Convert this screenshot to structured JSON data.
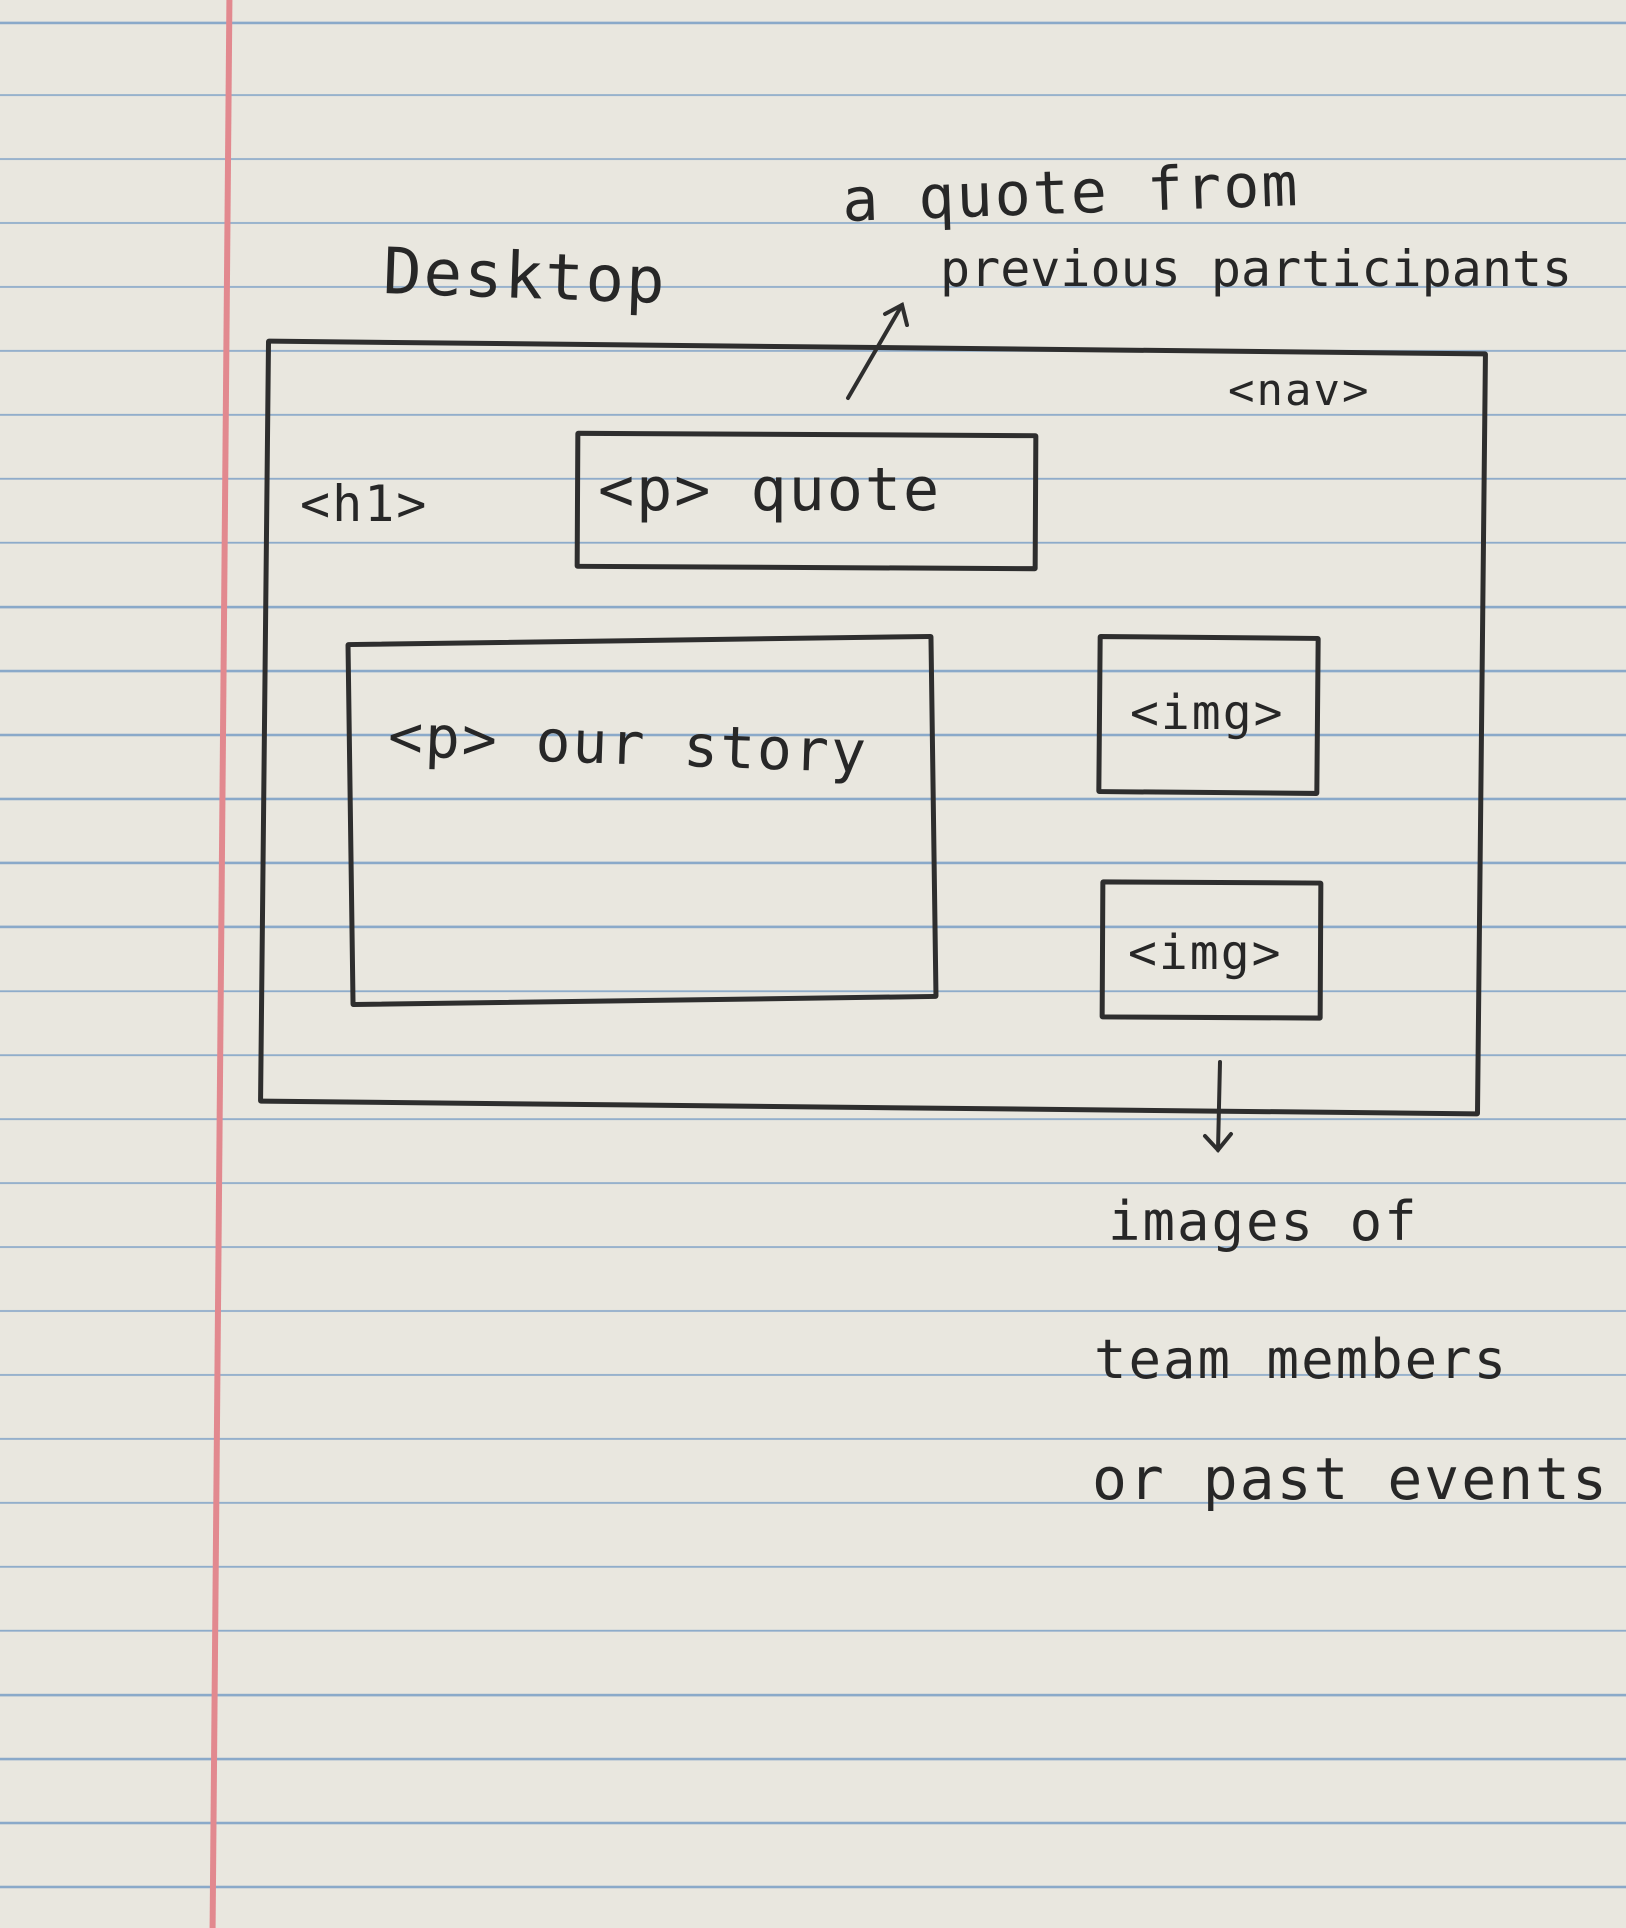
{
  "sketch": {
    "title": "Desktop",
    "annotation_top": [
      "a quote from",
      "previous participants"
    ],
    "annotation_bottom": [
      "images of",
      "team members",
      "or past events"
    ],
    "labels": {
      "nav": "<nav>",
      "h1": "<h1>",
      "quote": "<p> quote",
      "story": "<p> our story",
      "img_1": "<img>",
      "img_2": "<img>"
    }
  },
  "colors": {
    "ink": "#2e2e2e",
    "paper": "#e9e7df",
    "rule_line": "#8aa9c9",
    "margin_line": "#e2898f"
  }
}
